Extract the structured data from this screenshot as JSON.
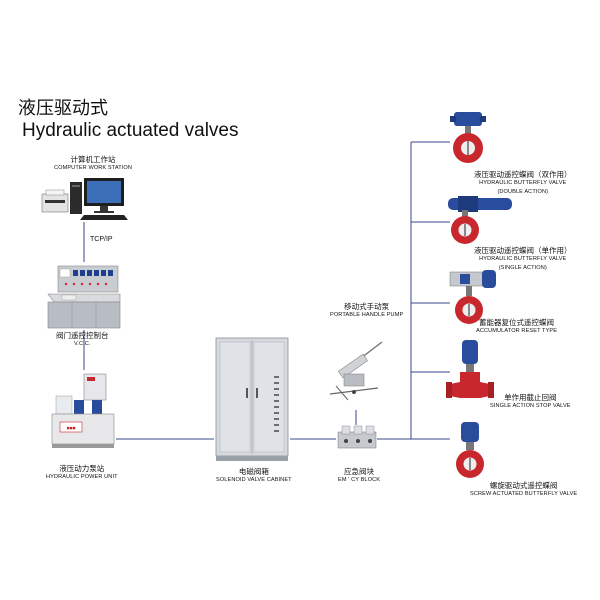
{
  "header": {
    "title_cn": "液压驱动式",
    "title_en": "Hydraulic actuated valves"
  },
  "nodes": {
    "workstation": {
      "cn": "计算机工作站",
      "en": "COMPUTER WORK STATION"
    },
    "tcpip": "TCP/IP",
    "vcc": {
      "cn": "阀门遥控控制台",
      "en": "V.C.C."
    },
    "power_unit": {
      "cn": "液压动力泵站",
      "en": "HYDRAULIC POWER UNIT"
    },
    "solenoid_cabinet": {
      "cn": "电磁阀箱",
      "en": "SOLENOID VALVE CABINET"
    },
    "handle_pump": {
      "cn": "移动式手动泵",
      "en": "PORTABLE HANDLE PUMP"
    },
    "emergency_block": {
      "cn": "应急阀块",
      "en": "EM ' CY BLOCK"
    }
  },
  "valves": [
    {
      "cn": "液压驱动遥控蝶阀（双作用）",
      "en1": "HYDRAULIC BUTTERFLY VALVE",
      "en2": "(DOUBLE ACTION)"
    },
    {
      "cn": "液压驱动遥控蝶阀（单作用）",
      "en1": "HYDRAULIC BUTTERFLY VALVE",
      "en2": "(SINGLE ACTION)"
    },
    {
      "cn": "蓄能器复位式遥控蝶阀",
      "en1": "ACCUMULATOR RESET TYPE",
      "en2": ""
    },
    {
      "cn": "单作用截止回阀",
      "en1": "SINGLE ACTION STOP VALVE",
      "en2": ""
    },
    {
      "cn": "螺旋驱动式遥控蝶阀",
      "en1": "SCREW ACTUATED BUTTERFLY VALVE",
      "en2": ""
    }
  ],
  "colors": {
    "line": "#3a4a8c",
    "valve_body": "#c8282d",
    "actuator": "#2a4c9c",
    "cabinet": "#d6d9de"
  }
}
